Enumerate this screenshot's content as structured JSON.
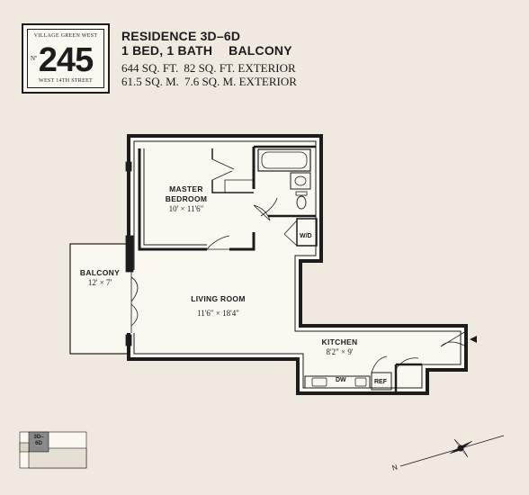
{
  "badge": {
    "top_text": "VILLAGE GREEN WEST",
    "no_mark": "Nº",
    "number": "245",
    "bottom_text": "WEST 14TH STREET"
  },
  "header": {
    "residence": "RESIDENCE 3D–6D",
    "layout": "1 BED, 1 BATH",
    "feature": "BALCONY",
    "sqft_interior": "644 SQ. FT.",
    "sqft_exterior": "82 SQ. FT. EXTERIOR",
    "sqm_interior": "61.5 SQ. M.",
    "sqm_exterior": "7.6 SQ. M. EXTERIOR"
  },
  "rooms": {
    "master_bedroom": {
      "name_line1": "MASTER",
      "name_line2": "BEDROOM",
      "dims": "10' × 11'6\""
    },
    "balcony": {
      "name": "BALCONY",
      "dims": "12' × 7'"
    },
    "living_room": {
      "name": "LIVING ROOM",
      "dims": "11'6\" × 18'4\""
    },
    "kitchen": {
      "name": "KITCHEN",
      "dims": "8'2\" × 9'"
    }
  },
  "appliances": {
    "washer_dryer": "W/D",
    "dishwasher": "DW",
    "refrigerator": "REF"
  },
  "key_plan": {
    "unit_label_line1": "3D–",
    "unit_label_line2": "6D"
  },
  "compass": {
    "north": "N"
  },
  "colors": {
    "background": "#efe9df",
    "wall": "#1c1c1c",
    "key_highlight": "#8a8a8a"
  }
}
